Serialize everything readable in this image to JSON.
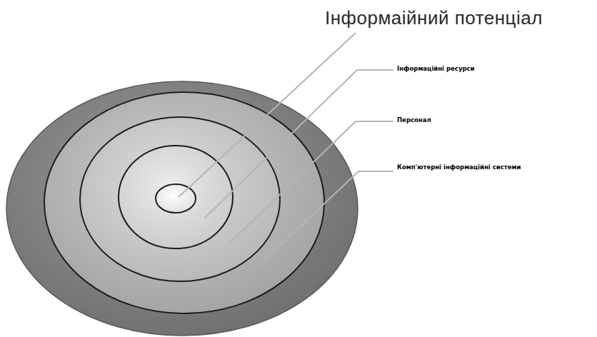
{
  "diagram": {
    "title": "Інформаійний потенціал",
    "labels": [
      "Інформаційні ресурси",
      "Персонал",
      "Комп'ютерні інформаційні системи"
    ]
  }
}
